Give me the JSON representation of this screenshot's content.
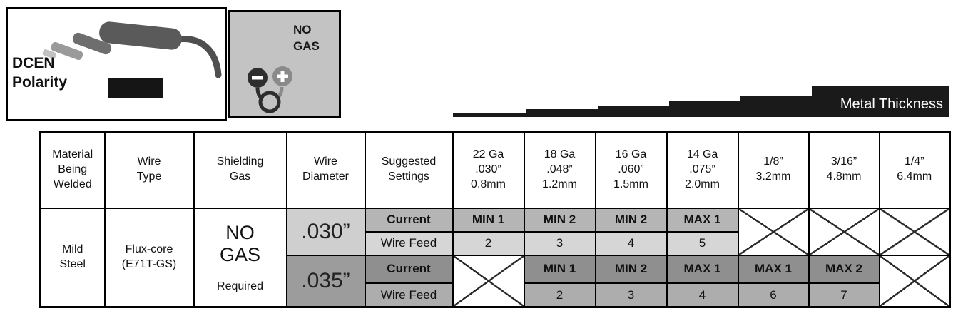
{
  "polarity_box": {
    "title": "DCEN\nPolarity"
  },
  "gas_box": {
    "label": "NO\nGAS"
  },
  "ramp": {
    "label": "Metal Thickness"
  },
  "table": {
    "headers": [
      "Material\nBeing\nWelded",
      "Wire\nType",
      "Shielding\nGas",
      "Wire\nDiameter",
      "Suggested\nSettings",
      "22 Ga\n.030”\n0.8mm",
      "18 Ga\n.048”\n1.2mm",
      "16 Ga\n.060”\n1.5mm",
      "14 Ga\n.075”\n2.0mm",
      "1/8”\n3.2mm",
      "3/16”\n4.8mm",
      "1/4”\n6.4mm"
    ],
    "material": "Mild\nSteel",
    "wire_type": "Flux-core\n(E71T-GS)",
    "shielding_gas": "NO\nGAS",
    "shielding_gas_sub": "Required",
    "current_label": "Current",
    "wire_feed_label": "Wire Feed",
    "rows": [
      {
        "diameter": ".030”",
        "current": [
          "MIN 1",
          "MIN 2",
          "MIN 2",
          "MAX 1",
          "✕",
          "✕",
          "✕"
        ],
        "wire_feed": [
          "2",
          "3",
          "4",
          "5",
          "✕",
          "✕",
          "✕"
        ]
      },
      {
        "diameter": ".035”",
        "current": [
          "✕",
          "MIN 1",
          "MIN 2",
          "MAX 1",
          "MAX 1",
          "MAX 2",
          "✕"
        ],
        "wire_feed": [
          "✕",
          "2",
          "3",
          "4",
          "6",
          "7",
          "✕"
        ]
      }
    ]
  },
  "colors": {
    "shade_030_current": "#b5b5b5",
    "shade_030_wirefeed": "#d6d6d6",
    "shade_035_current": "#8f8f8f",
    "shade_035_wirefeed": "#adadad",
    "shade_dia030": "#cfcfcf",
    "shade_dia035": "#9c9c9c",
    "gas_box_gray": "#c3c3c3",
    "ramp_black": "#1a1a1a"
  }
}
